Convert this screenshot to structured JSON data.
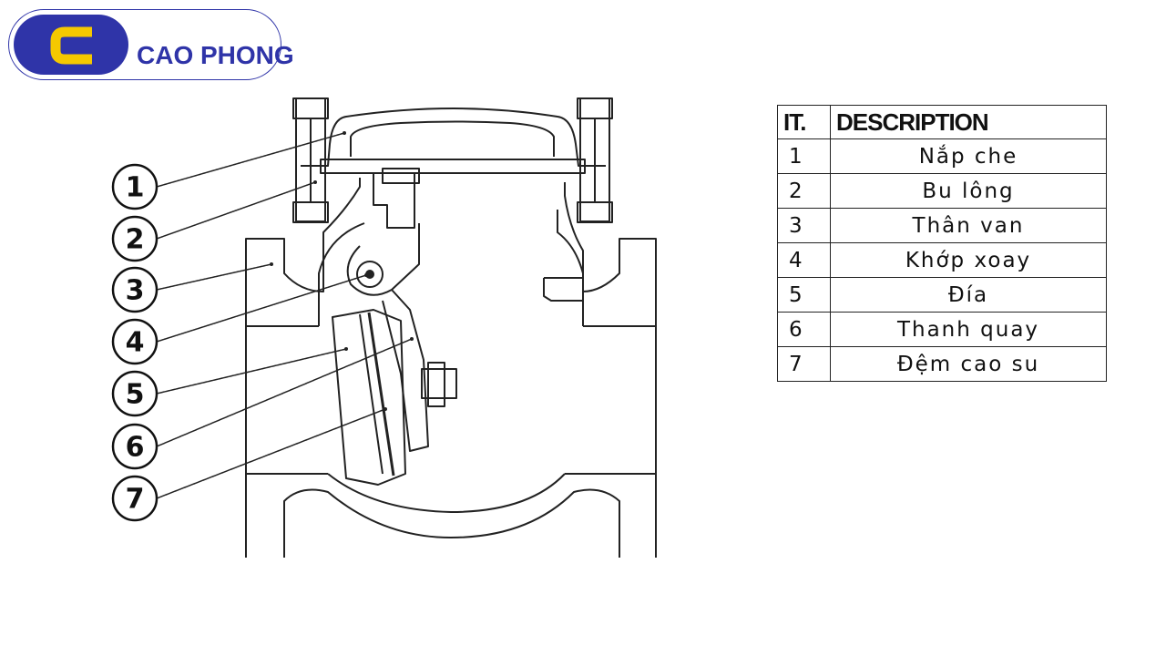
{
  "brand": {
    "name": "CAO PHONG",
    "mark_letter": "C",
    "colors": {
      "primary": "#2f34a8",
      "accent": "#f5c800"
    }
  },
  "diagram": {
    "callouts": [
      "1",
      "2",
      "3",
      "4",
      "5",
      "6",
      "7"
    ]
  },
  "table": {
    "headers": [
      "IT.",
      "DESCRIPTION"
    ],
    "rows": [
      {
        "it": "1",
        "desc": "Nắp che"
      },
      {
        "it": "2",
        "desc": "Bu lông"
      },
      {
        "it": "3",
        "desc": "Thân van"
      },
      {
        "it": "4",
        "desc": "Khớp xoay"
      },
      {
        "it": "5",
        "desc": "Đía"
      },
      {
        "it": "6",
        "desc": "Thanh quay"
      },
      {
        "it": "7",
        "desc": "Đệm cao su"
      }
    ]
  }
}
